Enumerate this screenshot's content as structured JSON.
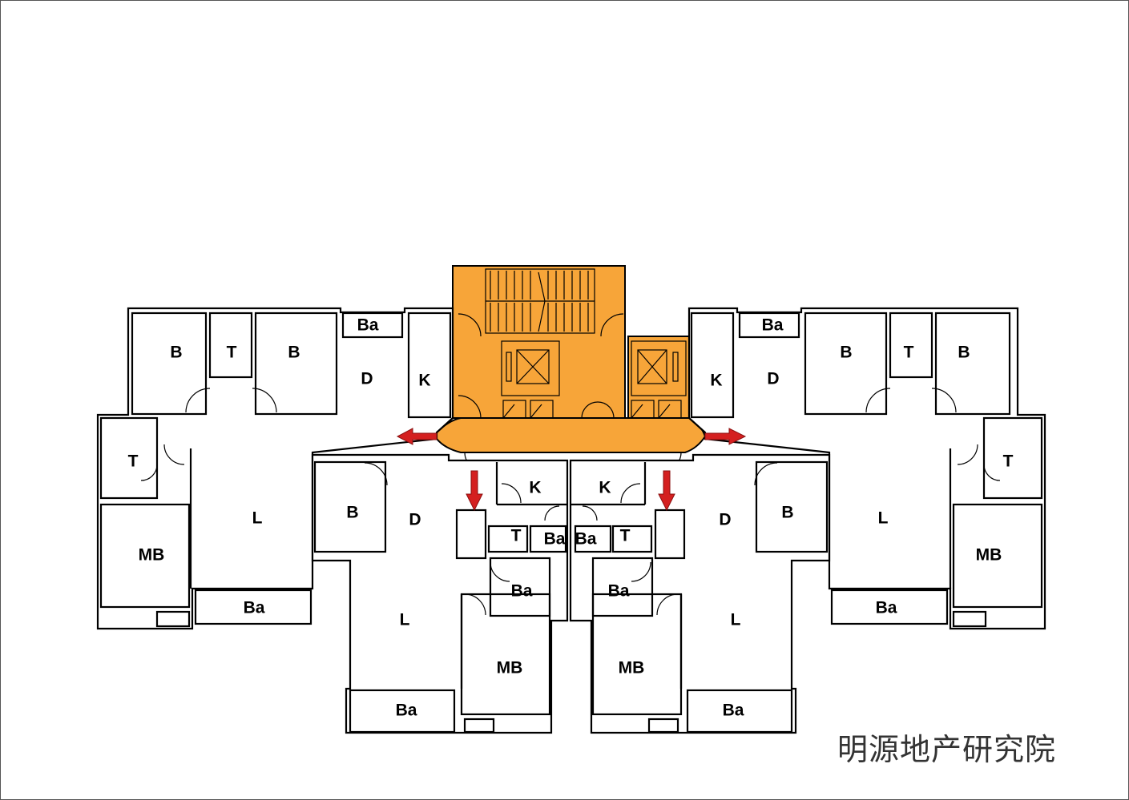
{
  "watermark": "明源地产研究院",
  "colors": {
    "core": "#f7a539",
    "arrow": "#d42020"
  },
  "rooms": {
    "unitA": {
      "b1": "B",
      "t1": "T",
      "b2": "B",
      "ba_top": "Ba",
      "d": "D",
      "k": "K",
      "t2": "T",
      "l": "L",
      "mb": "MB",
      "ba_bottom": "Ba"
    },
    "unitB": {
      "b": "B",
      "d": "D",
      "k": "K",
      "t": "T",
      "ba1": "Ba",
      "ba2": "Ba",
      "l": "L",
      "mb": "MB",
      "ba_bottom": "Ba"
    },
    "unitC": {
      "b": "B",
      "d": "D",
      "k": "K",
      "t": "T",
      "ba1": "Ba",
      "ba2": "Ba",
      "l": "L",
      "mb": "MB",
      "ba_bottom": "Ba"
    },
    "unitD": {
      "b1": "B",
      "t1": "T",
      "b2": "B",
      "ba_top": "Ba",
      "d": "D",
      "k": "K",
      "t2": "T",
      "l": "L",
      "mb": "MB",
      "ba_bottom": "Ba"
    }
  }
}
